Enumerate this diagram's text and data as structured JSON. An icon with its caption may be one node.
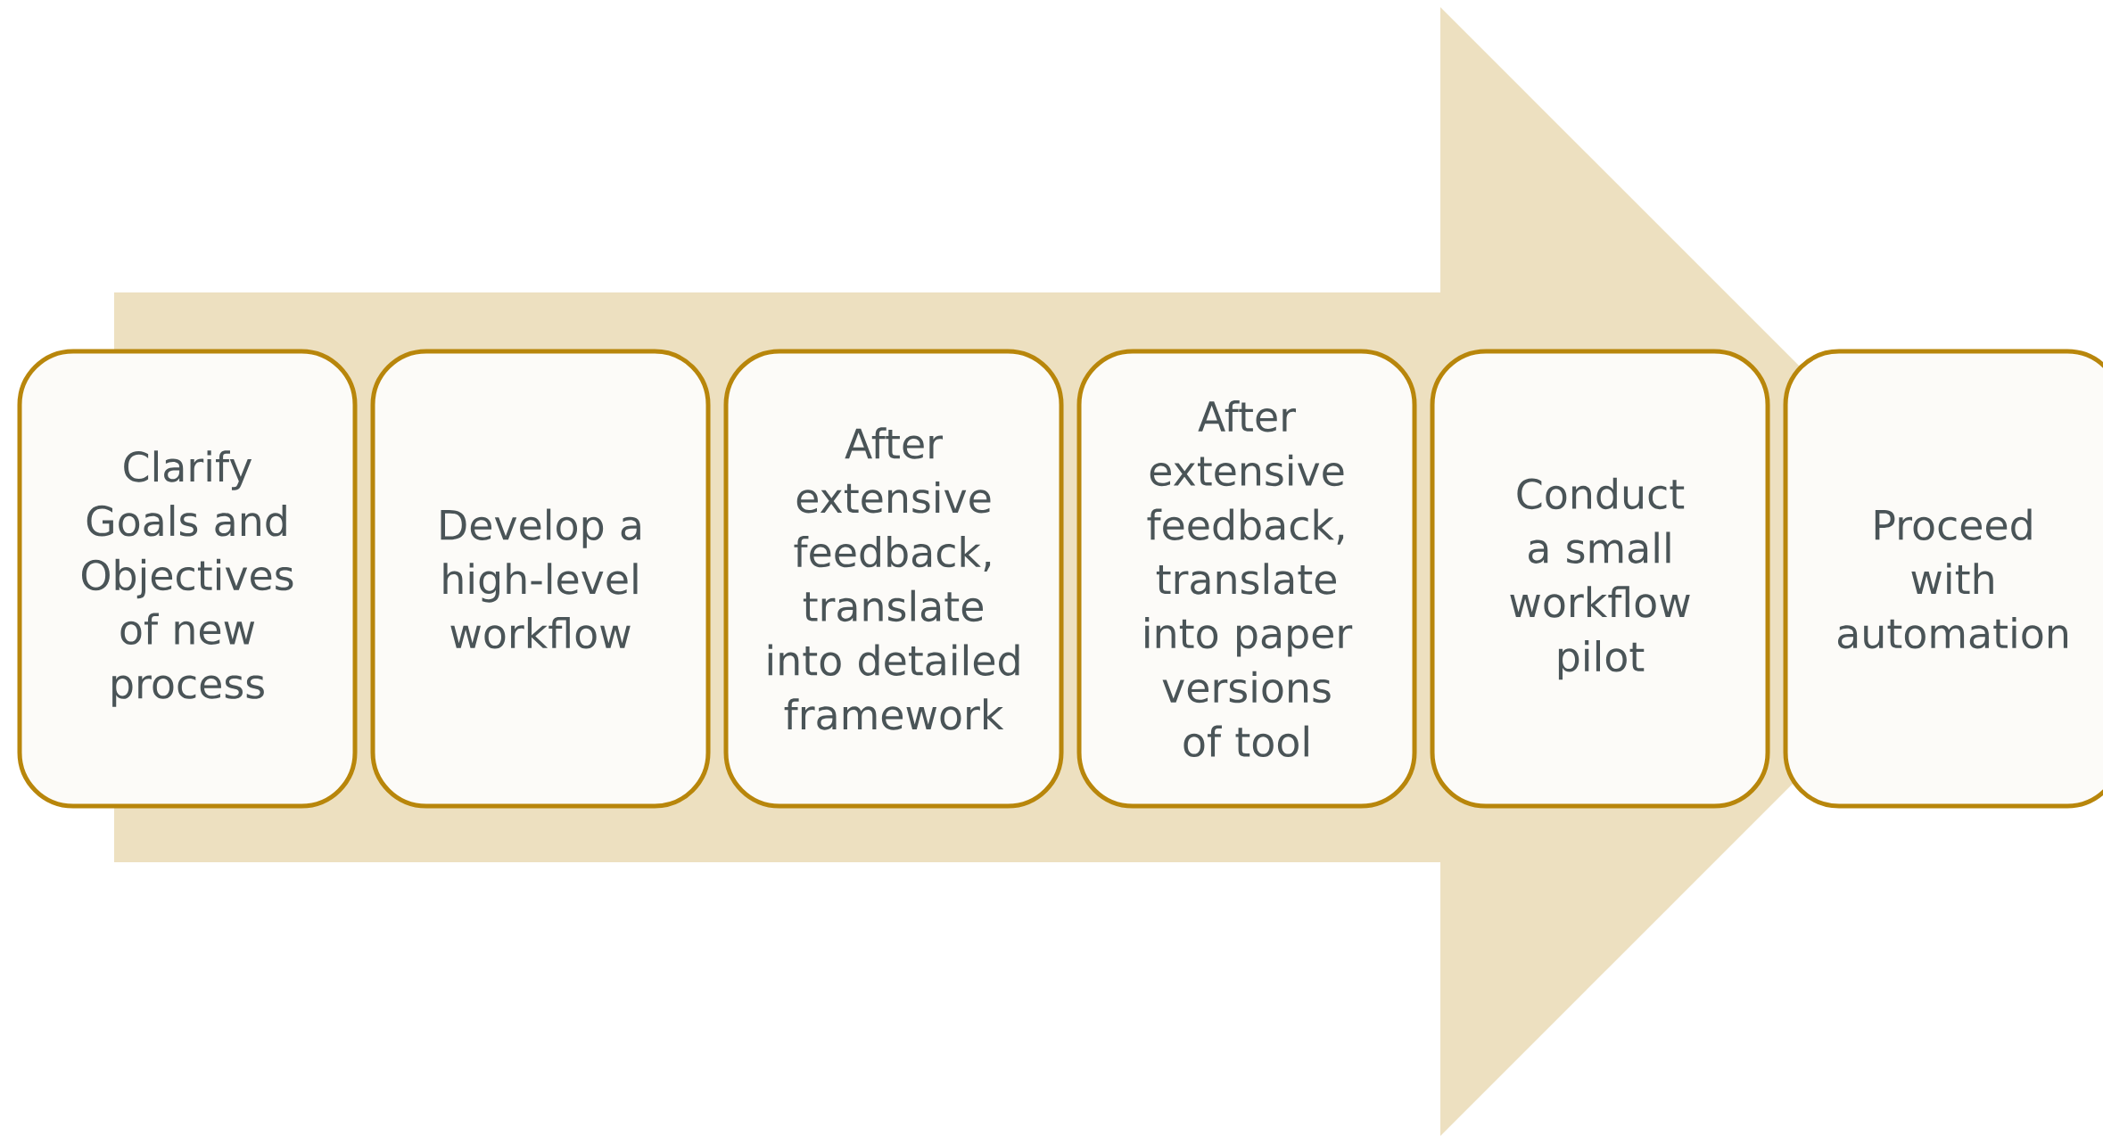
{
  "diagram": {
    "nodes": [
      {
        "text": [
          "Clarify Goals and Objectives of new process"
        ]
      },
      {
        "text": [
          "Develop a high-level workflow"
        ]
      },
      {
        "text": [
          "After extensive feedback, translate into detailed framework"
        ]
      },
      {
        "text": [
          "After extensive feedback, translate into paper versions of tool"
        ]
      },
      {
        "text": [
          "Conduct a small workflow pilot"
        ]
      },
      {
        "text": [
          "Proceed with automation"
        ]
      }
    ],
    "edges": [
      {
        "from": 0,
        "to": 5,
        "arrow": "to"
      }
    ]
  }
}
